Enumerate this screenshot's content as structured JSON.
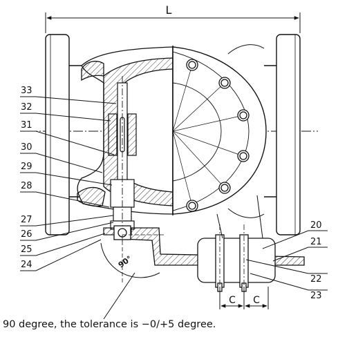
{
  "dimensions": {
    "overall": "L",
    "spacing_left": "C",
    "spacing_right": "C"
  },
  "angle_label": "90°",
  "callouts": {
    "c33": "33",
    "c32": "32",
    "c31": "31",
    "c30": "30",
    "c29": "29",
    "c28": "28",
    "c27": "27",
    "c26": "26",
    "c25": "25",
    "c24": "24",
    "c20": "20",
    "c21": "21",
    "c22": "22",
    "c23": "23"
  },
  "caption": "90 degree, the tolerance is −0/+5 degree."
}
